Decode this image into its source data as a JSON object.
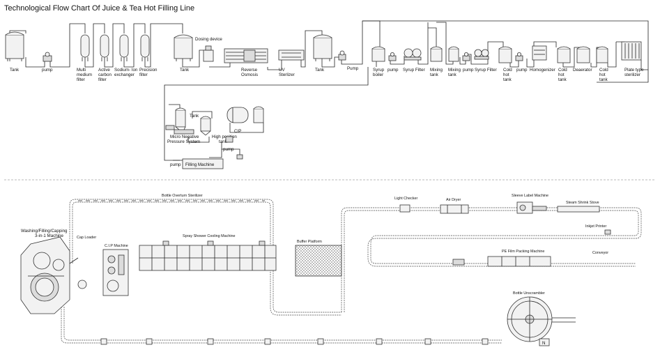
{
  "title": "Technological  Flow Chart Of Juice  & Tea Hot Filling Line",
  "top_labels": {
    "tank1": "Tank",
    "pump1": "pump",
    "multi_medium_filter": [
      "Multi",
      "medium",
      "filter"
    ],
    "active_carbon_filter": [
      "Active",
      "carbon",
      "filter"
    ],
    "sodium_ion_exchanger": [
      "Sodium- Ion",
      "exchanger"
    ],
    "precision_filter": [
      "Precision",
      "filter"
    ],
    "tank2": "Tank",
    "dosing_device": "Dosing device",
    "reverse_osmosis": [
      "Reverse",
      "Osmosis"
    ],
    "uv_sterilizer": [
      "UV",
      "Sterlizer"
    ],
    "tank3": "Tank",
    "pump2": "Pump",
    "syrup_boiler": [
      "Syrup",
      "boiler"
    ],
    "pump3": "pump",
    "syrup_filter1": "Syrup Filter",
    "mixing_tank1": [
      "Mixing",
      "tank"
    ],
    "mixing_tank2": [
      "Mixing",
      "tank"
    ],
    "pump4": "pump",
    "syrup_filter2": "Syrup Filter",
    "cold_hot_tank1": [
      "Cold",
      "hot",
      "tank"
    ],
    "pump5": "pump",
    "homogenizer": "Homogenizer",
    "cold_hot_tank2": [
      "Cold",
      "hot",
      "tank"
    ],
    "deaerator": "Deaerator",
    "cold_hot_tank3": [
      "Cold",
      "hot",
      "tank"
    ],
    "plate_sterilizer": [
      "Plate type",
      "sterilizer"
    ]
  },
  "filling_labels": {
    "tank": "Tank",
    "cip": "CIP",
    "micro_negative": [
      "Micro Negative",
      "Pressure System"
    ],
    "high_position_tank": [
      "High position",
      "tank"
    ],
    "pump_a": "pump",
    "pump_b": "pump",
    "filling_machine": "Filling Machine"
  },
  "layout_labels": {
    "washing_filling_capping": [
      "Washing/Filling/Capping",
      "3-in-1 Machine"
    ],
    "cap_loader": "Cap Loader",
    "cip_machine": "C.I.P Machine",
    "bottle_overturn_sterilizer": "Bottle Overturn Sterilizer",
    "spray_shower_cooling": "Spray Shower Cooling Machine",
    "buffer_platform": "Buffer Platform",
    "light_checker": "Light Checker",
    "air_dryer": "Air Dryer",
    "sleeve_label_machine": "Sleeve Label Machine",
    "steam_shrink_stove": "Steam Shrink Stove",
    "inkjet_printer": "Inkjet Printer",
    "pe_film_packing": "PE Film Packing Machine",
    "conveyor": "Conveyor",
    "bottle_unscrambler": "Bottle Unscrambler",
    "n_mark": "N"
  }
}
